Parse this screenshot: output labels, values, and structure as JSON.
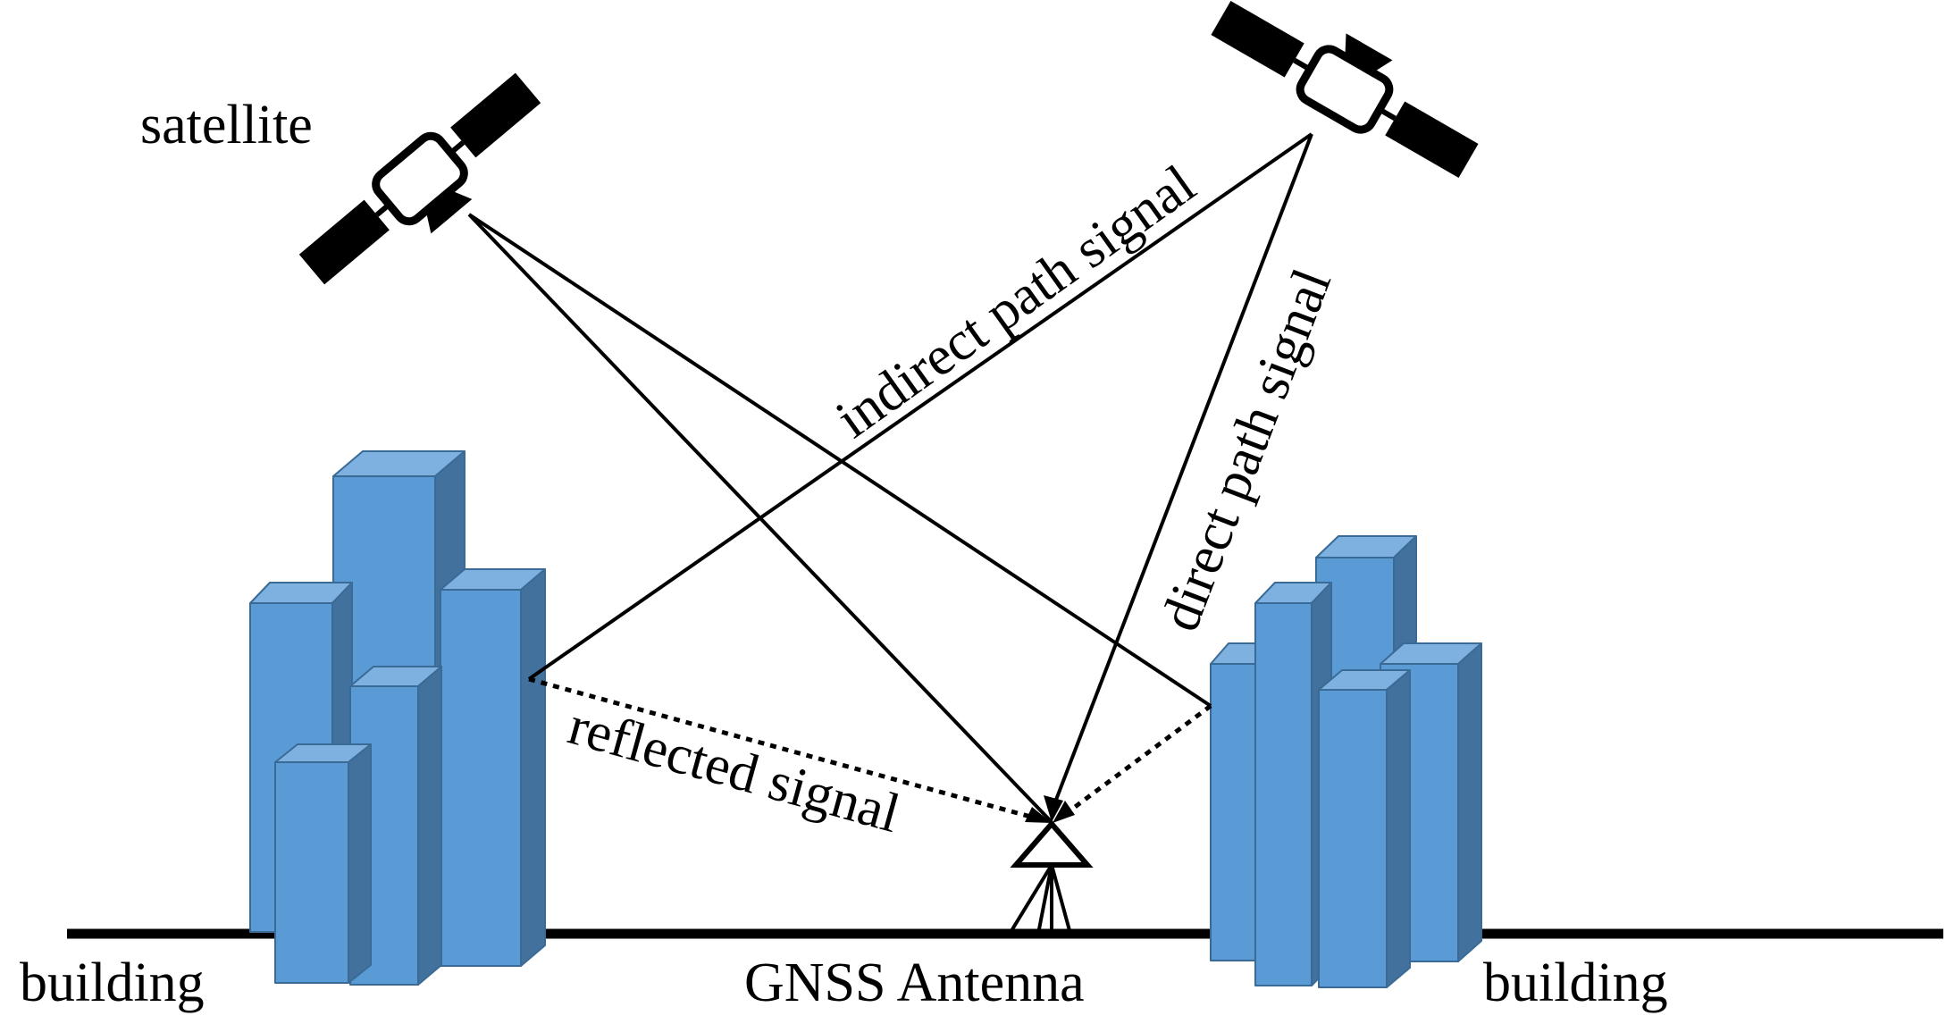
{
  "labels": {
    "satellite": "satellite",
    "indirect_path_signal": "indirect path signal",
    "direct_path_signal": "direct path signal",
    "reflected_signal": "reflected signal",
    "building_left": "building",
    "building_right": "building",
    "gnss_antenna": "GNSS Antenna"
  },
  "colors": {
    "building_front": "#5B9BD5",
    "building_side": "#41719C",
    "building_top": "#7EB0E0",
    "building_edge": "#3A6A96",
    "line": "#000000"
  },
  "icons": {
    "satellite": "satellite-icon",
    "antenna": "antenna-icon"
  }
}
